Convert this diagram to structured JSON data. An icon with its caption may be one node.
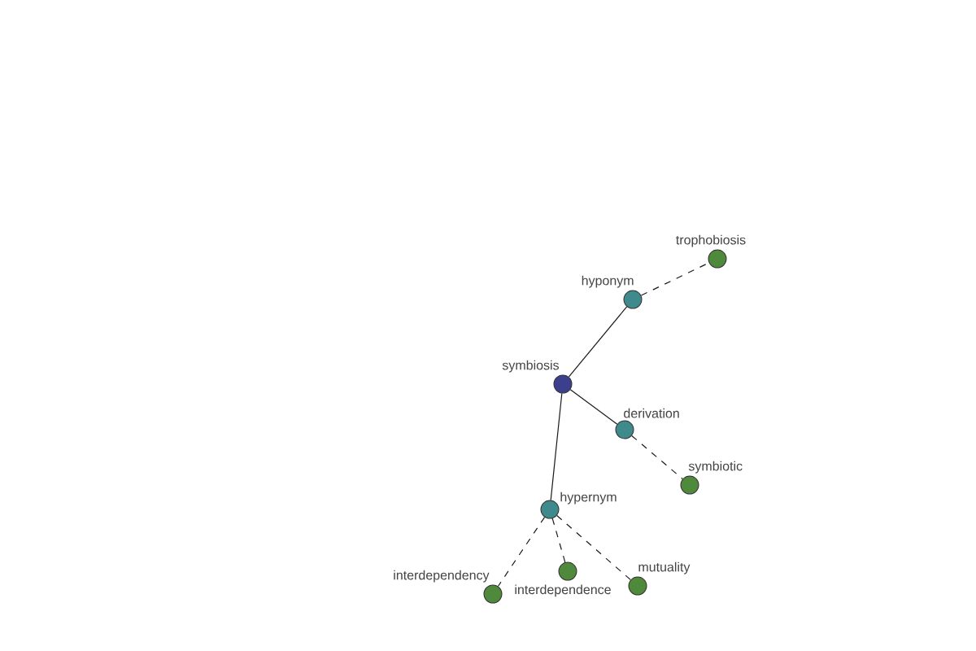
{
  "diagram": {
    "nodes": [
      {
        "text": [
          "symbiosis"
        ]
      },
      {
        "text": [
          "hyponym"
        ]
      },
      {
        "text": [
          "trophobiosis"
        ]
      },
      {
        "text": [
          "derivation"
        ]
      },
      {
        "text": [
          "symbiotic"
        ]
      },
      {
        "text": [
          "hypernym"
        ]
      },
      {
        "text": [
          "interdependency"
        ]
      },
      {
        "text": [
          "interdependence"
        ]
      },
      {
        "text": [
          "mutuality"
        ]
      }
    ],
    "edges": [
      {
        "from": 0,
        "to": 1,
        "arrow": "none"
      },
      {
        "from": 1,
        "to": 2,
        "arrow": "none",
        "style": "dashed"
      },
      {
        "from": 0,
        "to": 3,
        "arrow": "none"
      },
      {
        "from": 3,
        "to": 4,
        "arrow": "none",
        "style": "dashed"
      },
      {
        "from": 0,
        "to": 5,
        "arrow": "none"
      },
      {
        "from": 5,
        "to": 6,
        "arrow": "none",
        "style": "dashed"
      },
      {
        "from": 5,
        "to": 7,
        "arrow": "none",
        "style": "dashed"
      },
      {
        "from": 5,
        "to": 8,
        "arrow": "none",
        "style": "dashed"
      }
    ]
  }
}
